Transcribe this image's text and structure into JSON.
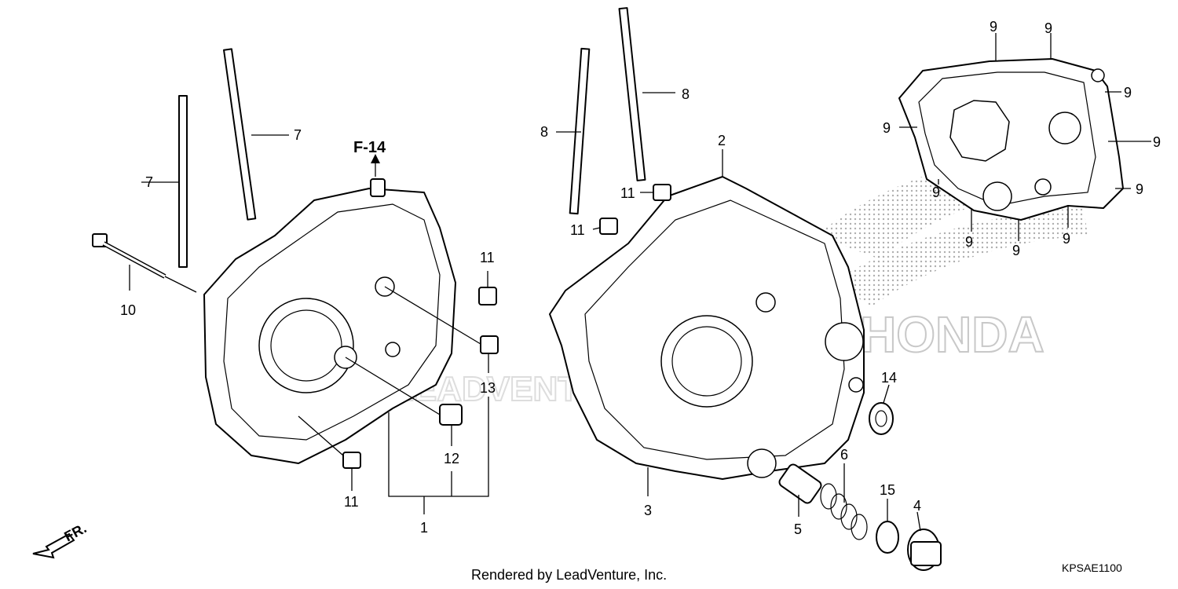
{
  "reference_code": "F-14",
  "footer": {
    "credit": "Rendered by LeadVenture, Inc.",
    "diagram_id": "KPSAE1100"
  },
  "orientation": {
    "label": "FR."
  },
  "watermark": {
    "brand": "HONDA",
    "dealer": "LEADVENTURE"
  },
  "callouts": [
    {
      "id": "c1",
      "text": "1"
    },
    {
      "id": "c2",
      "text": "2"
    },
    {
      "id": "c3",
      "text": "3"
    },
    {
      "id": "c4",
      "text": "4"
    },
    {
      "id": "c5",
      "text": "5"
    },
    {
      "id": "c6",
      "text": "6"
    },
    {
      "id": "c7a",
      "text": "7"
    },
    {
      "id": "c7b",
      "text": "7"
    },
    {
      "id": "c8a",
      "text": "8"
    },
    {
      "id": "c8b",
      "text": "8"
    },
    {
      "id": "c9a",
      "text": "9"
    },
    {
      "id": "c9b",
      "text": "9"
    },
    {
      "id": "c9c",
      "text": "9"
    },
    {
      "id": "c9d",
      "text": "9"
    },
    {
      "id": "c9e",
      "text": "9"
    },
    {
      "id": "c9f",
      "text": "9"
    },
    {
      "id": "c9g",
      "text": "9"
    },
    {
      "id": "c9h",
      "text": "9"
    },
    {
      "id": "c9i",
      "text": "9"
    },
    {
      "id": "c9j",
      "text": "9"
    },
    {
      "id": "c10",
      "text": "10"
    },
    {
      "id": "c11a",
      "text": "11"
    },
    {
      "id": "c11b",
      "text": "11"
    },
    {
      "id": "c11c",
      "text": "11"
    },
    {
      "id": "c11d",
      "text": "11"
    },
    {
      "id": "c12",
      "text": "12"
    },
    {
      "id": "c13",
      "text": "13"
    },
    {
      "id": "c14",
      "text": "14"
    },
    {
      "id": "c15",
      "text": "15"
    }
  ]
}
